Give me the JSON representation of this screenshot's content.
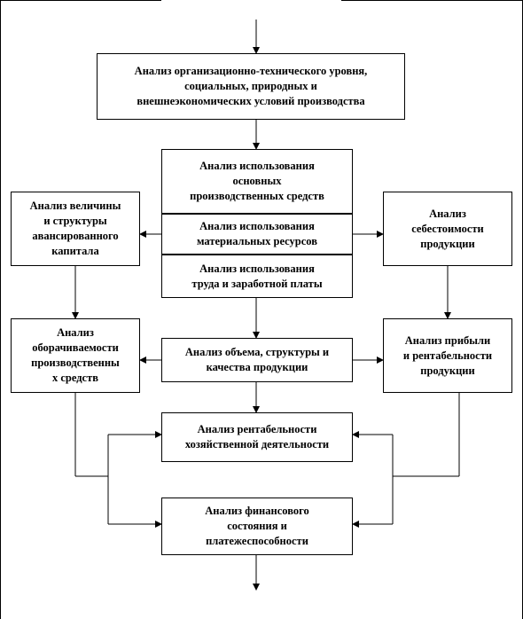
{
  "colors": {
    "line": "#000000",
    "box_border": "#000000",
    "background": "#ffffff"
  },
  "nodes": {
    "org_tech": "Анализ организационно-технического уровня,\nсоциальных, природных и\nвнешнеэкономических  условий производства",
    "fixed_assets": "Анализ использования\nосновных\nпроизводственных средств",
    "materials": "Анализ использования\nматериальных ресурсов",
    "labor": "Анализ использования\nтруда и заработной платы",
    "capital": "Анализ величины\nи структуры\nавансированного\nкапитала",
    "cost": "Анализ\nсебестоимости\nпродукции",
    "turnover": "Анализ\nоборачиваемости\nпроизводственны\nх средств",
    "output": "Анализ объема, структуры  и\nкачества продукции",
    "profit": "Анализ прибыли\nи рентабельности\nпродукции",
    "profitability": "Анализ рентабельности\nхозяйственной деятельности",
    "financial": "Анализ финансового\nсостояния и\nплатежеспособности"
  }
}
